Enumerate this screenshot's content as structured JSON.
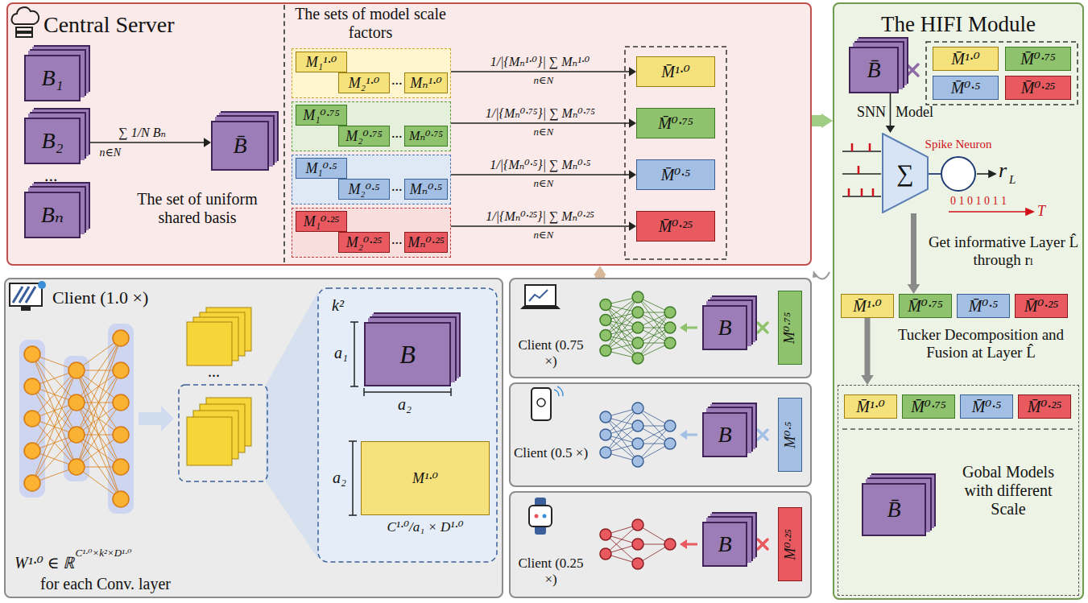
{
  "diagram": {
    "nodes": [
      {
        "text": [
          "Central Server"
        ]
      },
      {
        "text": [
          "B₁"
        ],
        "in": 0
      },
      {
        "text": [
          "B₂"
        ],
        "in": 0
      },
      {
        "text": [
          "Bₙ"
        ],
        "in": 0
      },
      {
        "text": [
          "B̄"
        ],
        "in": 0
      },
      {
        "text": [
          "The sets of model scale factors"
        ],
        "in": 0
      },
      {
        "text": [
          "..."
        ],
        "in": 5
      },
      {
        "text": [
          "M₁¹·⁰"
        ],
        "in": 6
      },
      {
        "text": [
          "M₂¹·⁰"
        ],
        "in": 6
      },
      {
        "text": [
          "Mₙ¹·⁰"
        ],
        "in": 6
      },
      {
        "text": [
          "..."
        ],
        "in": 5
      },
      {
        "text": [
          "M₁⁰·⁷⁵"
        ],
        "in": 10
      },
      {
        "text": [
          "M₂⁰·⁷⁵"
        ],
        "in": 10
      },
      {
        "text": [
          "Mₙ⁰·⁷⁵"
        ],
        "in": 10
      },
      {
        "text": [
          "..."
        ],
        "in": 5
      },
      {
        "text": [
          "M₁⁰·⁵"
        ],
        "in": 14
      },
      {
        "text": [
          "M₂⁰·⁵"
        ],
        "in": 14
      },
      {
        "text": [
          "Mₙ⁰·⁵"
        ],
        "in": 14
      },
      {
        "text": [
          "..."
        ],
        "in": 5
      },
      {
        "text": [
          "M₁⁰·²⁵"
        ],
        "in": 18
      },
      {
        "text": [
          "M₂⁰·²⁵"
        ],
        "in": 18
      },
      {
        "text": [
          "Mₙ⁰·²⁵"
        ],
        "in": 18
      },
      {
        "text": [
          "M̄¹·⁰"
        ],
        "in": 0
      },
      {
        "text": [
          "M̄⁰·⁷⁵"
        ],
        "in": 0
      },
      {
        "text": [
          "M̄⁰·⁵"
        ],
        "in": 0
      },
      {
        "text": [
          "M̄⁰·²⁵"
        ],
        "in": 0
      },
      {
        "text": [
          "The HIFI Module"
        ]
      },
      {
        "text": [
          "B̄"
        ],
        "in": 26
      },
      {
        "text": [
          "M̄¹·⁰"
        ],
        "in": 26
      },
      {
        "text": [
          "M̄⁰·⁷⁵"
        ],
        "in": 26
      },
      {
        "text": [
          "M̄⁰·⁵"
        ],
        "in": 26
      },
      {
        "text": [
          "M̄⁰·²⁵"
        ],
        "in": 26
      },
      {
        "text": [
          "∑"
        ],
        "in": 26
      },
      {
        "text": [
          "Spike Neuron"
        ],
        "in": 26
      },
      {
        "text": [
          "M̄¹·⁰"
        ],
        "in": 26
      },
      {
        "text": [
          "M̄⁰·⁷⁵"
        ],
        "in": 26
      },
      {
        "text": [
          "M̄⁰·⁵"
        ],
        "in": 26
      },
      {
        "text": [
          "M̄⁰·²⁵"
        ],
        "in": 26
      },
      {
        "text": [
          "Gobal Models with different Scale"
        ],
        "in": 26
      },
      {
        "text": [
          "M̄¹·⁰"
        ],
        "in": 38
      },
      {
        "text": [
          "M̄⁰·⁷⁵"
        ],
        "in": 38
      },
      {
        "text": [
          "M̄⁰·⁵"
        ],
        "in": 38
      },
      {
        "text": [
          "M̄⁰·²⁵"
        ],
        "in": 38
      },
      {
        "text": [
          "B̄"
        ],
        "in": 38
      },
      {
        "text": [
          "Client (1.0 ×)"
        ]
      },
      {
        "text": [
          "B"
        ],
        "in": 44
      },
      {
        "text": [
          "M¹·⁰"
        ],
        "in": 44
      },
      {
        "text": [
          "Client (0.75 ×)"
        ]
      },
      {
        "text": [
          "B"
        ],
        "in": 47
      },
      {
        "text": [
          "M⁰·⁷⁵"
        ],
        "in": 47
      },
      {
        "text": [
          "Client (0.5 ×)"
        ]
      },
      {
        "text": [
          "B"
        ],
        "in": 50
      },
      {
        "text": [
          "M⁰·⁵"
        ],
        "in": 50
      },
      {
        "text": [
          "Client (0.25 ×)"
        ]
      },
      {
        "text": [
          "B"
        ],
        "in": 53
      },
      {
        "text": [
          "M⁰·²⁵"
        ],
        "in": 53
      }
    ],
    "edges": [
      {
        "from": 2,
        "to": 4,
        "arrow": "to",
        "label": "∑ 1/N Bₙ"
      },
      {
        "from": 6,
        "to": 22,
        "arrow": "to",
        "label": "1/|{Mₙ¹·⁰}| ∑ Mₙ¹·⁰"
      },
      {
        "from": 10,
        "to": 23,
        "arrow": "to",
        "label": "1/|{Mₙ⁰·⁷⁵}| ∑ Mₙ⁰·⁷⁵"
      },
      {
        "from": 14,
        "to": 24,
        "arrow": "to",
        "label": "1/|{Mₙ⁰·⁵}| ∑ Mₙ⁰·⁵"
      },
      {
        "from": 18,
        "to": 25,
        "arrow": "to",
        "label": "1/|{Mₙ⁰·²⁵}| ∑ Mₙ⁰·²⁵"
      },
      {
        "from": 0,
        "to": 26,
        "arrow": "to"
      },
      {
        "from": 47,
        "to": 0,
        "arrow": "to"
      },
      {
        "from": 27,
        "to": 32,
        "arrow": "to"
      },
      {
        "from": 32,
        "to": 33,
        "arrow": "none"
      },
      {
        "from": 32,
        "to": 35,
        "arrow": "to"
      },
      {
        "from": 34,
        "to": 38,
        "arrow": "to"
      }
    ],
    "labels": [
      "...",
      "n∈N",
      "The set of uniform shared basis",
      "n∈N",
      "n∈N",
      "n∈N",
      "n∈N",
      "SNN",
      "Model",
      "r",
      "L",
      "0 1 0 1 0 1 1",
      "T",
      "Get informative Layer L̂ through rₗ",
      "Tucker Decomposition and Fusion at Layer L̂",
      "k²",
      "a₁",
      "a₂",
      "a₂",
      "C¹·⁰/a₁ × D¹·⁰",
      "W¹·⁰ ∈ ℝ",
      "C¹·⁰×k²×D¹·⁰",
      "for each Conv. layer",
      "..."
    ]
  }
}
